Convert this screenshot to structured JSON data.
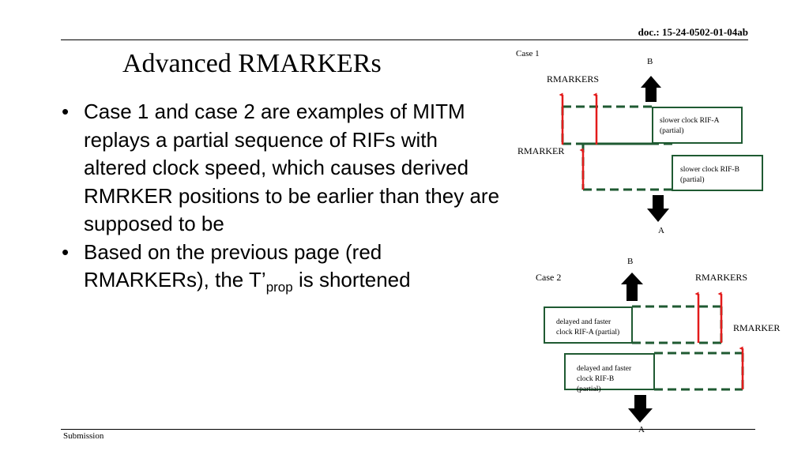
{
  "header": {
    "doc_id": "doc.: 15-24-0502-01-04ab"
  },
  "footer": {
    "label": "Submission"
  },
  "slide": {
    "title": "Advanced RMARKERs",
    "bullets": [
      {
        "text": "Case 1 and case 2 are examples of MITM replays a partial sequence of RIFs with altered clock speed, which causes derived RMRKER positions to be earlier than they are supposed to be"
      },
      {
        "before": "Based on the previous page (red RMARKERs), the T’",
        "sub": "prop",
        "after": " is shortened"
      }
    ]
  },
  "case1": {
    "label": "Case 1",
    "top_node": "B",
    "bottom_node": "A",
    "rmarkers_label": "RMARKERS",
    "rmarker_label": "RMARKER",
    "box_a": {
      "line1": "slower clock RIF-A",
      "line2": "(partial)"
    },
    "box_b": {
      "line1": "slower clock RIF-B",
      "line2": "(partial)"
    }
  },
  "case2": {
    "label": "Case 2",
    "top_node": "B",
    "bottom_node": "A",
    "rmarkers_label": "RMARKERS",
    "rmarker_label": "RMARKER",
    "box_a": {
      "line1": "delayed and faster",
      "line2": "clock RIF-A (partial)"
    },
    "box_b": {
      "line1": "delayed and faster",
      "line2": "clock RIF-B",
      "line3": "(partial)"
    }
  },
  "colors": {
    "box_border": "#1f5a32",
    "dash": "#1f5a32",
    "red_marker": "#e31b1b",
    "arrow_fill": "#000000"
  }
}
